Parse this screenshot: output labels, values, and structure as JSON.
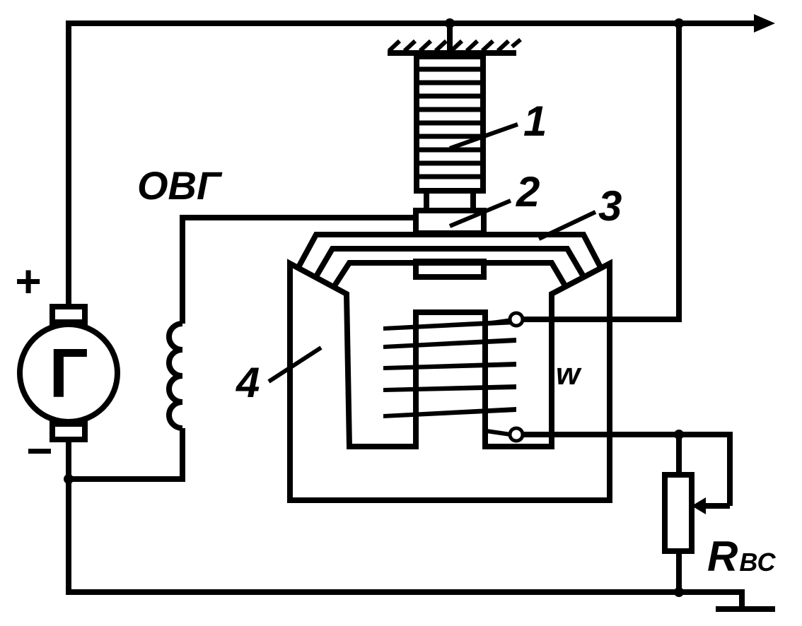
{
  "labels": {
    "generator_symbol": "Г",
    "field_winding": "ОВГ",
    "plus": "+",
    "minus": "−",
    "part1": "1",
    "part2": "2",
    "part3": "3",
    "part4": "4",
    "winding": "w",
    "resistor_R": "R",
    "resistor_sub": "ВС"
  },
  "colors": {
    "line": "#000000",
    "background": "#ffffff"
  }
}
